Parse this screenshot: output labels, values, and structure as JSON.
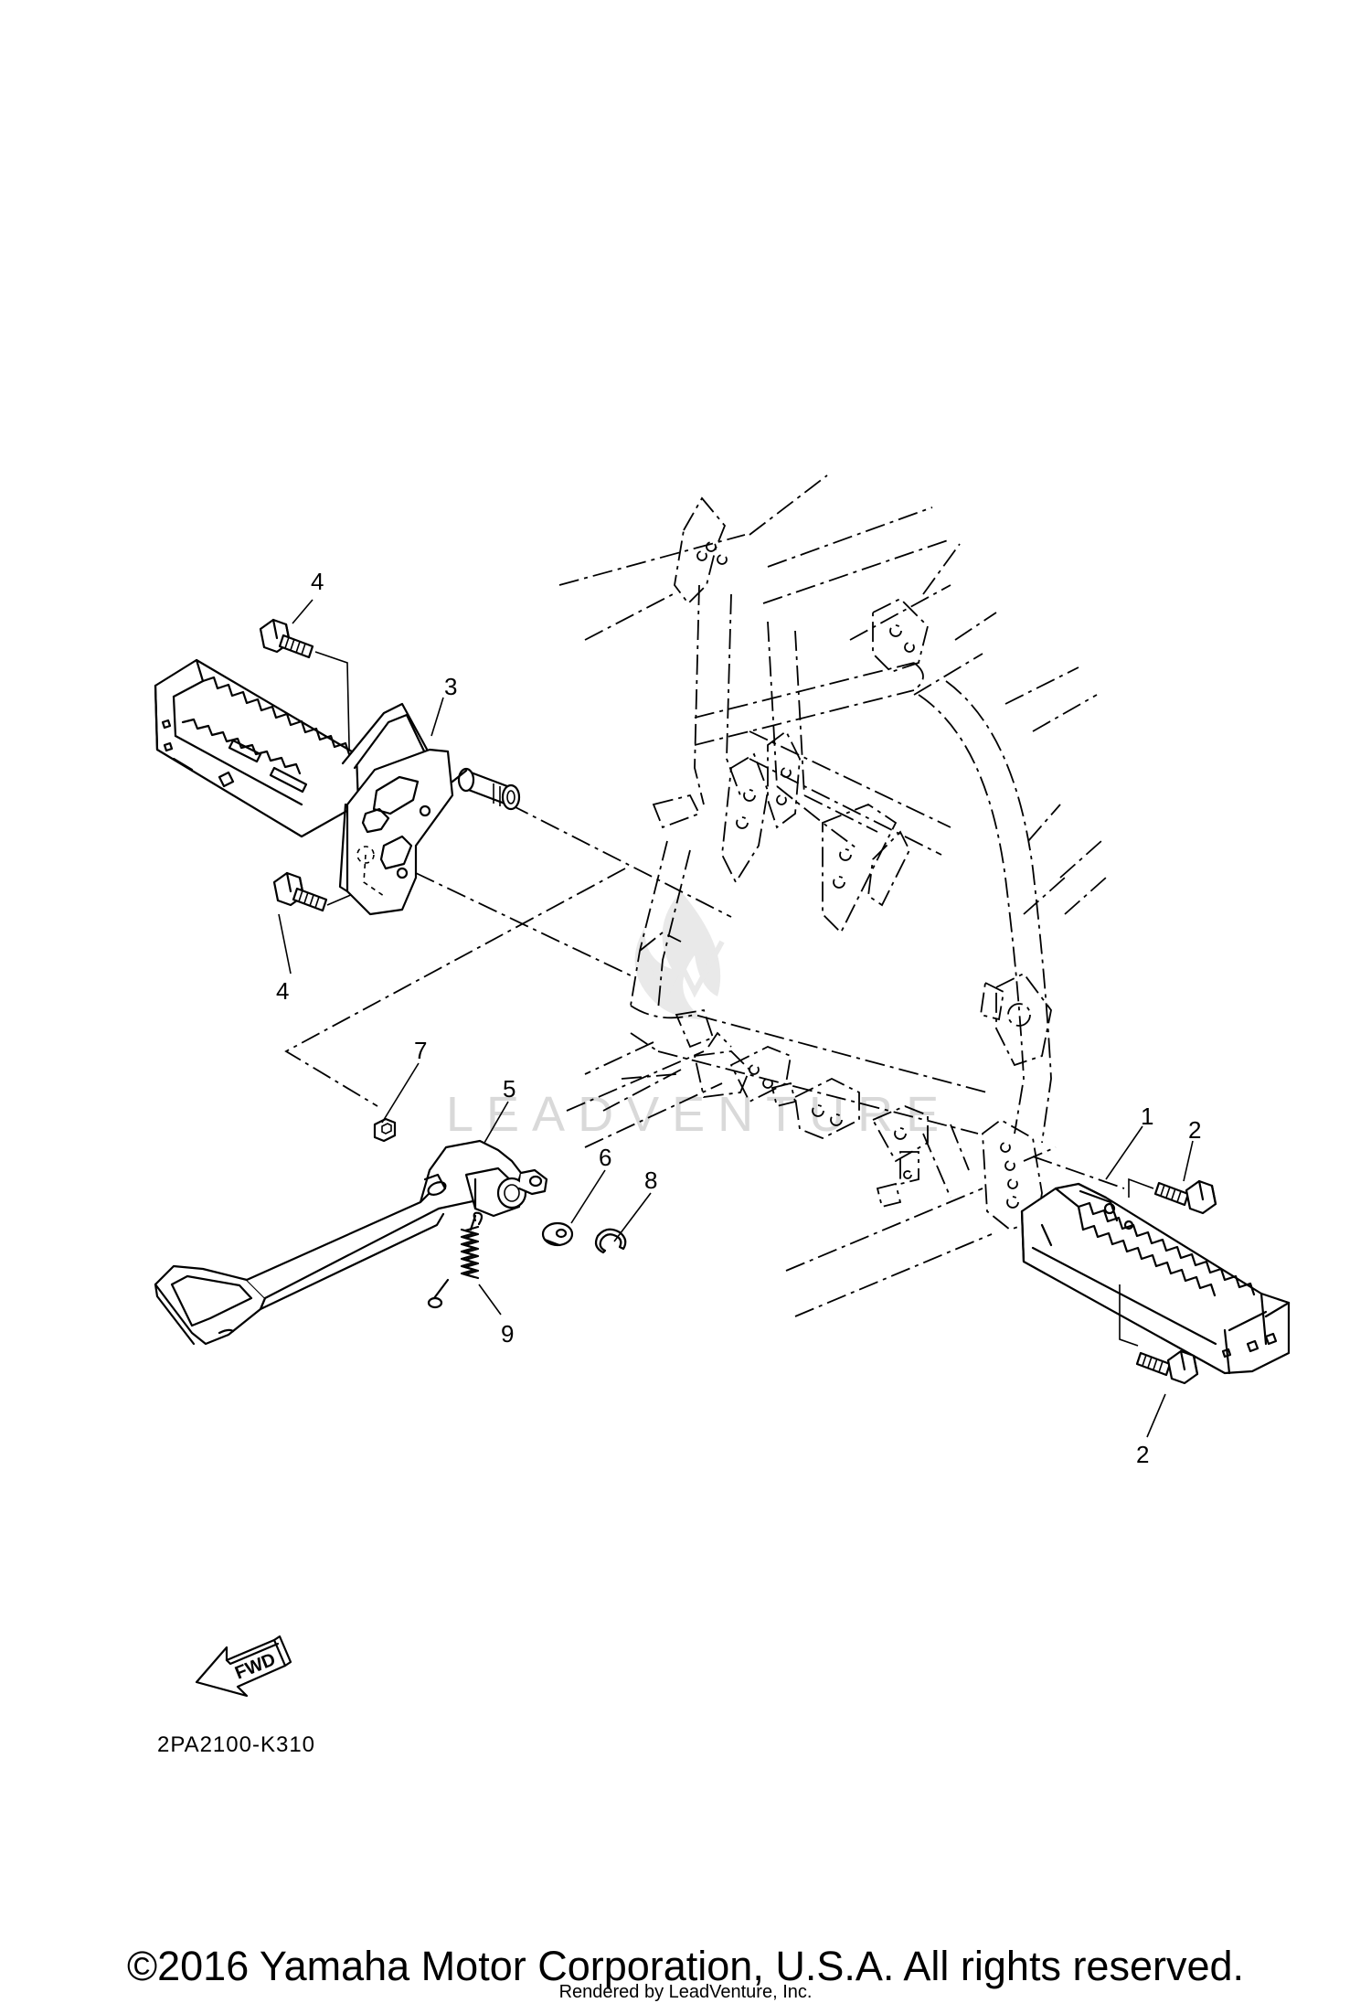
{
  "diagram_code": "2PA2100-K310",
  "fwd_label": "FWD",
  "watermark_text": "LEADVENTURE",
  "copyright": "©2016 Yamaha Motor Corporation, U.S.A. All rights reserved.",
  "rendered_by": "Rendered by LeadVenture, Inc.",
  "callouts": {
    "footrest_right": "1",
    "bolt_right_top": "2",
    "bolt_right_bottom": "2",
    "footrest_bracket_left": "3",
    "bolt_left_top": "4",
    "bolt_left_bottom": "4",
    "brake_pedal": "5",
    "washer": "6",
    "bushing": "7",
    "circlip": "8",
    "spring": "9"
  },
  "colors": {
    "line": "#000000",
    "background": "#ffffff",
    "watermark": "#d9d9d9"
  }
}
